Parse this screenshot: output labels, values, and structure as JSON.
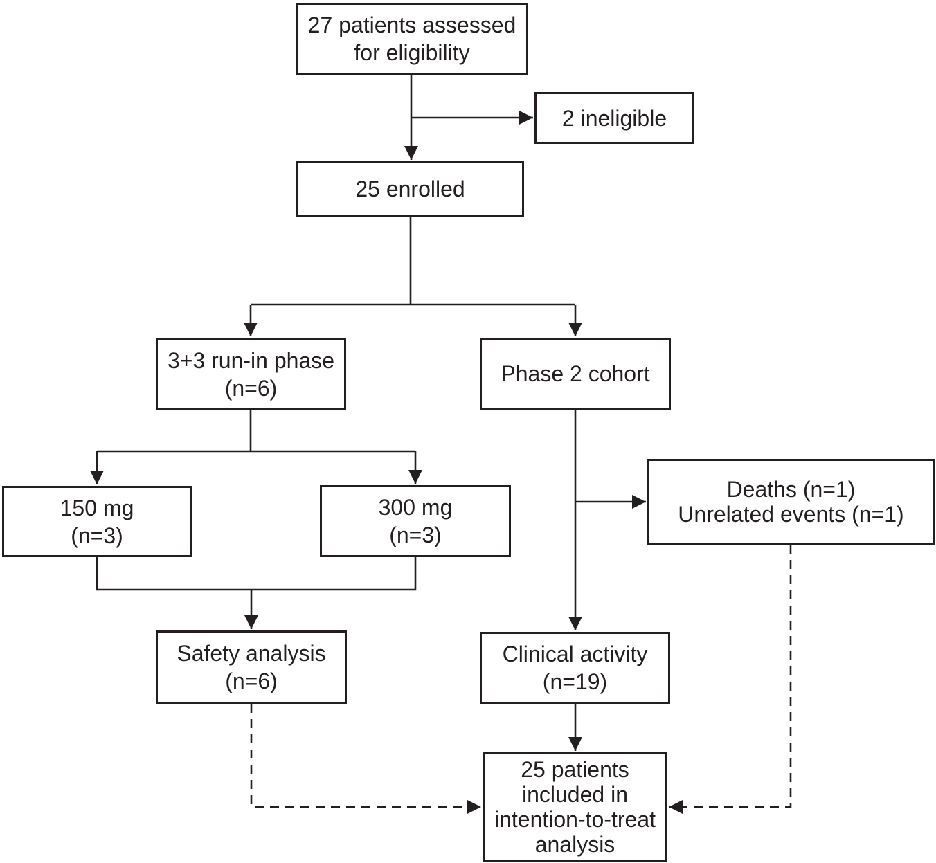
{
  "figure": {
    "type": "patient-flow-diagram",
    "colors": {
      "ink": "#231f20",
      "background": "#ffffff"
    },
    "nodes": {
      "assessed": {
        "label": "27 patients assessed\nfor eligibility"
      },
      "ineligible": {
        "label": "2 ineligible"
      },
      "enrolled": {
        "label": "25 enrolled"
      },
      "runin": {
        "label": "3+3 run-in phase\n(n=6)"
      },
      "phase2": {
        "label": "Phase 2 cohort"
      },
      "dose150": {
        "label": "150 mg\n(n=3)"
      },
      "dose300": {
        "label": "300 mg\n(n=3)"
      },
      "deaths": {
        "label": "Deaths (n=1)\nUnrelated events (n=1)"
      },
      "safety": {
        "label": "Safety analysis\n(n=6)"
      },
      "clinical": {
        "label": "Clinical activity\n(n=19)"
      },
      "itt": {
        "label": "25 patients\nincluded in\nintention-to-treat\nanalysis"
      }
    }
  }
}
